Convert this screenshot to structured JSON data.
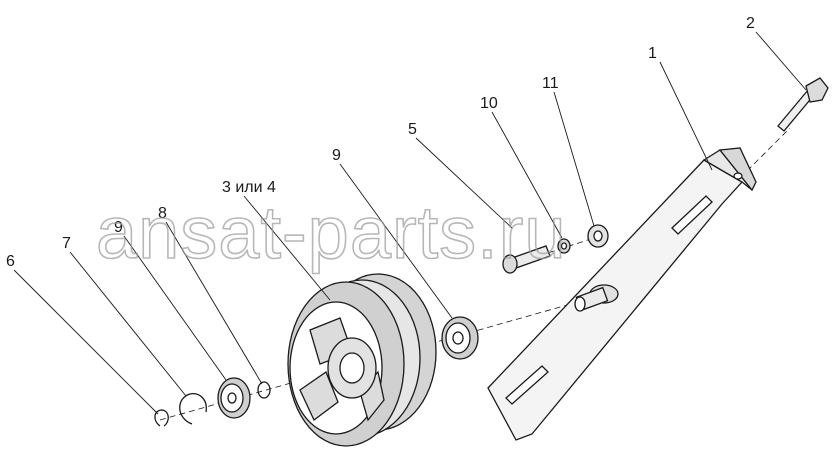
{
  "diagram": {
    "callouts": [
      {
        "id": "c1",
        "text": "1"
      },
      {
        "id": "c2",
        "text": "2"
      },
      {
        "id": "c3",
        "text": "3 или 4"
      },
      {
        "id": "c5",
        "text": "5"
      },
      {
        "id": "c6",
        "text": "6"
      },
      {
        "id": "c7",
        "text": "7"
      },
      {
        "id": "c8",
        "text": "8"
      },
      {
        "id": "c9a",
        "text": "9"
      },
      {
        "id": "c9b",
        "text": "9"
      },
      {
        "id": "c10",
        "text": "10"
      },
      {
        "id": "c11",
        "text": "11"
      }
    ],
    "watermark": "ansat-parts.ru"
  }
}
